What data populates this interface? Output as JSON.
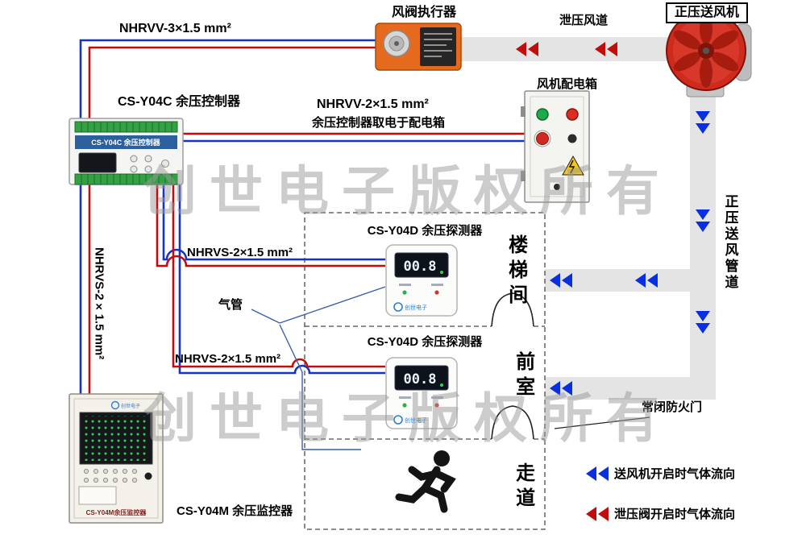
{
  "labels": {
    "cable_actuator": "NHRVV-3×1.5 mm²",
    "actuator": "风阀执行器",
    "relief_duct": "泄压风道",
    "fan": "正压送风机",
    "controller": "CS-Y04C 余压控制器",
    "cable_power": "NHRVV-2×1.5 mm²",
    "power_note": "余压控制器取电于配电箱",
    "dist_box": "风机配电箱",
    "detector1": "CS-Y04D 余压探测器",
    "detector2": "CS-Y04D 余压探测器",
    "room_stairwell": "楼梯间",
    "room_front": "前室",
    "room_corridor": "走道",
    "cable_detector1": "NHRVS-2×1.5 mm²",
    "cable_detector2": "NHRVS-2×1.5 mm²",
    "cable_monitor": "NHRVS-2×1.5 mm²",
    "air_tube": "气管",
    "monitor": "CS-Y04M 余压监控器",
    "fire_door": "常闭防火门",
    "supply_duct": "正压送风管道"
  },
  "legend": {
    "supply_flow": "送风机开启时气体流向",
    "relief_flow": "泄压阀开启时气体流向"
  },
  "devices": {
    "controller_band": "CS-Y04C 余压控制器",
    "detector_value": "00.8",
    "brand": "创世电子",
    "monitor_panel": "CS-Y04M余压监控器"
  },
  "watermark": "创世电子版权所有",
  "colors": {
    "wire_red": "#c00d0d",
    "wire_blue": "#1433c8",
    "arrow_blue": "#0a2fe0",
    "arrow_red": "#c00d0d",
    "duct_gray": "#e4e4e4",
    "actuator_orange": "#e66a1e",
    "fan_red": "#cf2b1d"
  }
}
